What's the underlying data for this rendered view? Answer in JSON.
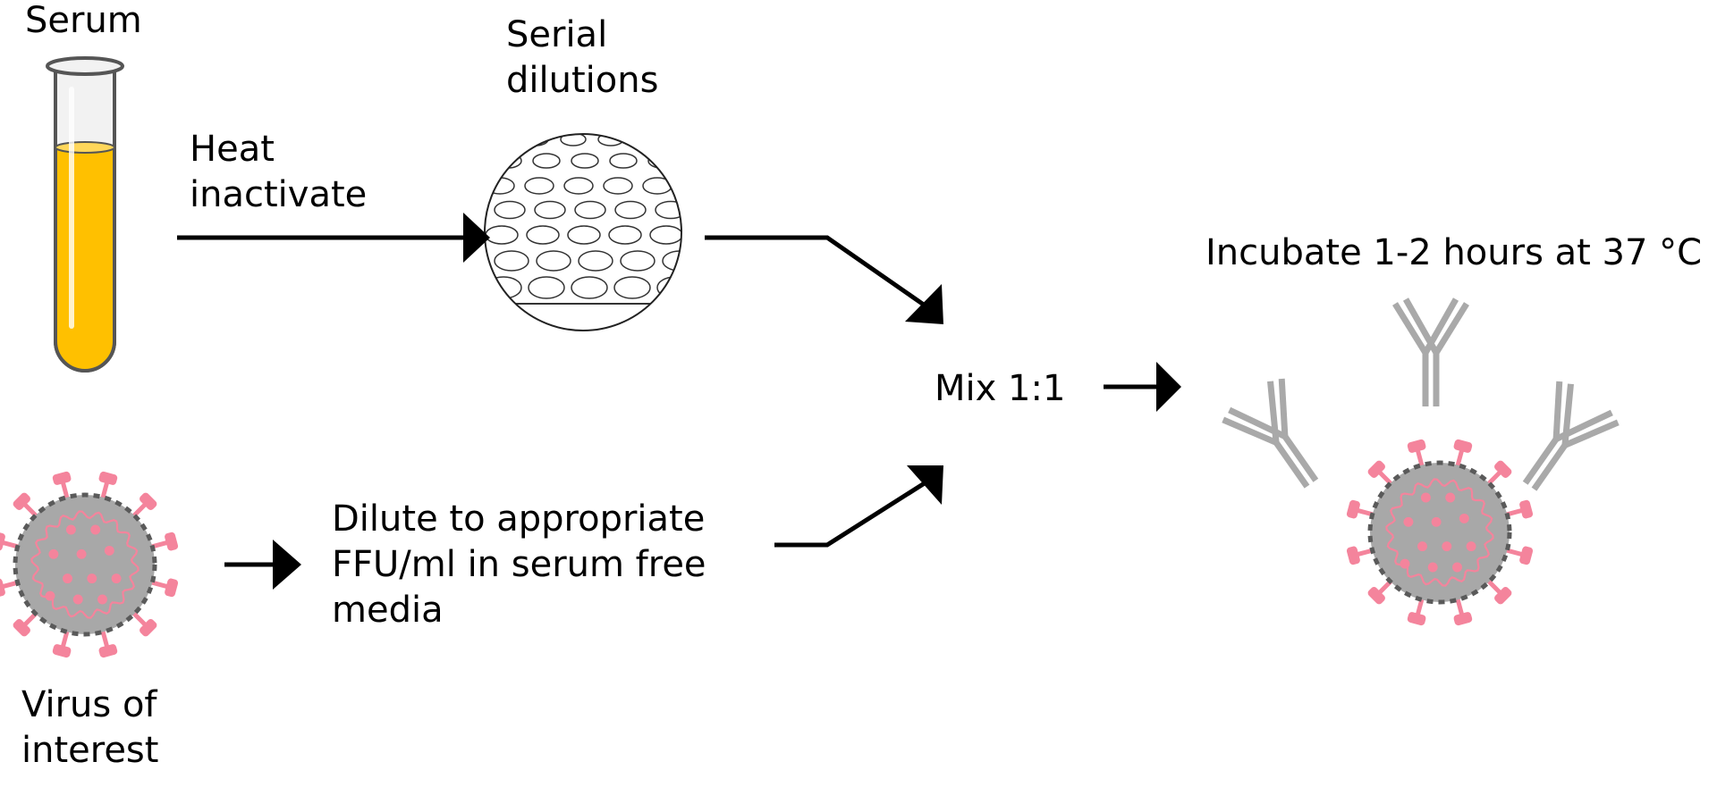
{
  "labels": {
    "serum": "Serum",
    "heat_line1": "Heat",
    "heat_line2": "inactivate",
    "serial_line1": "Serial",
    "serial_line2": "dilutions",
    "mix": "Mix 1:1",
    "incubate": "Incubate 1-2 hours at 37 °C",
    "dilute_line1": "Dilute to appropriate",
    "dilute_line2": "FFU/ml in serum free",
    "dilute_line3": "media",
    "virus_line1": "Virus of",
    "virus_line2": "interest"
  },
  "colors": {
    "serum": "#ffc000",
    "virus_body": "#a8a8a8",
    "virus_outline": "#5a5a5a",
    "virus_pink": "#f4849c",
    "antibody": "#a9a9a9",
    "arrow": "#000000"
  },
  "icons": [
    "test-tube-icon",
    "well-plate-icon",
    "virus-icon",
    "antibody-icon"
  ]
}
